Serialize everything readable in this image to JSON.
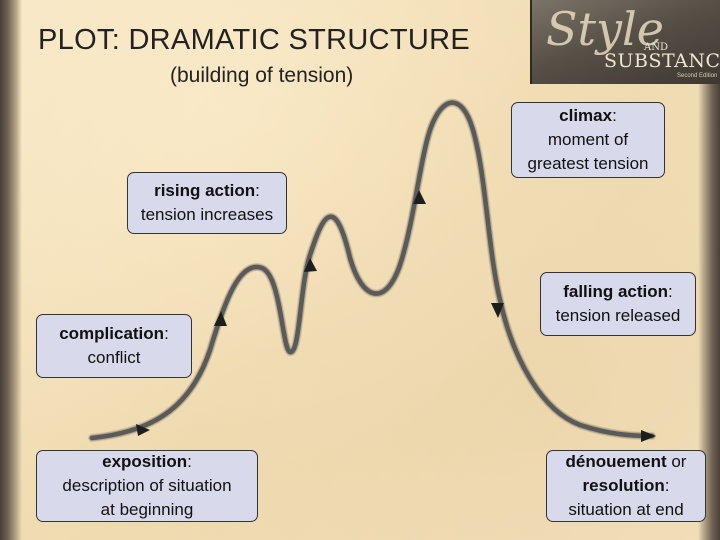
{
  "title": "PLOT: DRAMATIC STRUCTURE",
  "subtitle": "(building of tension)",
  "logo": {
    "word1": "Style",
    "word2": "AND",
    "word3": "SUBSTANCE",
    "small": "Second Edition"
  },
  "stages": {
    "climax": {
      "term": "climax",
      "rest": ":",
      "line2": "moment of",
      "line3": "greatest tension"
    },
    "rising": {
      "term": "rising action",
      "rest": ":",
      "line2": "tension increases"
    },
    "complication": {
      "term": "complication",
      "rest": ":",
      "line2": "conflict"
    },
    "exposition": {
      "term": "exposition",
      "rest": ":",
      "line2": "description of situation",
      "line3": "at beginning"
    },
    "falling": {
      "term": "falling action",
      "rest": ":",
      "line2": "tension released"
    },
    "denouement": {
      "term1": "dénouement",
      "mid": " or",
      "term2": "resolution",
      "rest": ":",
      "line3": "situation at end"
    }
  },
  "colors": {
    "box_fill": "#d8d9ea",
    "curve": "#555555",
    "background": "#f3e2bd"
  }
}
